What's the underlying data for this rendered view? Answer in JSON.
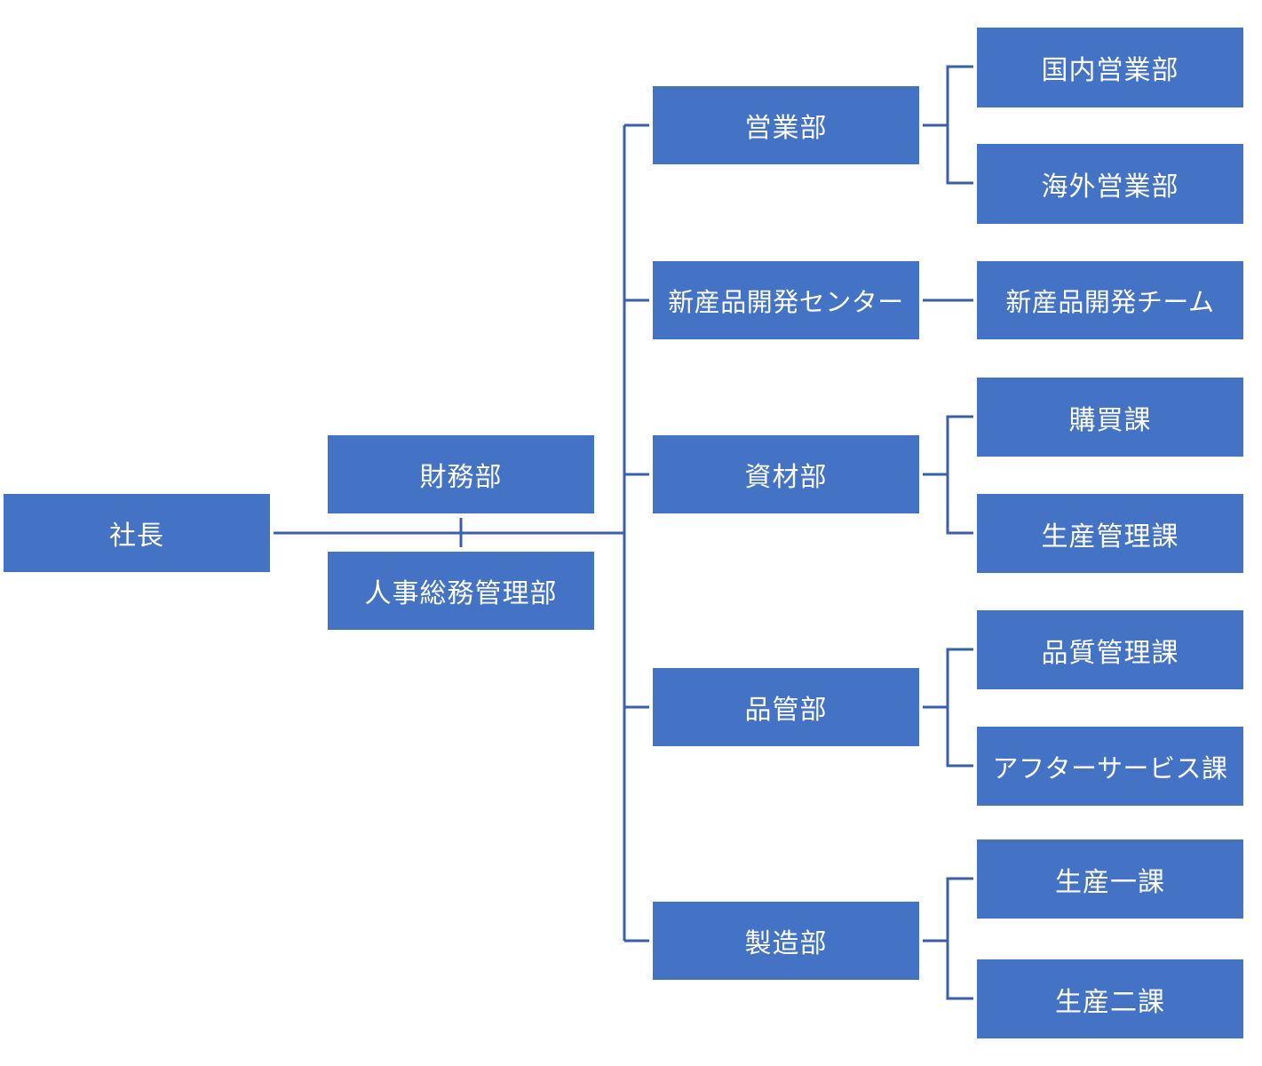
{
  "colors": {
    "box_fill": "#4472C4",
    "line": "#3A5FA8",
    "text": "#FFFFFF"
  },
  "president": {
    "label": "社長"
  },
  "staff": [
    {
      "label": "財務部"
    },
    {
      "label": "人事総務管理部"
    }
  ],
  "departments": [
    {
      "label": "営業部"
    },
    {
      "label": "新産品開発センター"
    },
    {
      "label": "資材部"
    },
    {
      "label": "品管部"
    },
    {
      "label": "製造部"
    }
  ],
  "sections": [
    {
      "label": "国内営業部"
    },
    {
      "label": "海外営業部"
    },
    {
      "label": "新産品開発チーム"
    },
    {
      "label": "購買課"
    },
    {
      "label": "生産管理課"
    },
    {
      "label": "品質管理課"
    },
    {
      "label": "アフターサービス課"
    },
    {
      "label": "生産一課"
    },
    {
      "label": "生産二課"
    }
  ]
}
